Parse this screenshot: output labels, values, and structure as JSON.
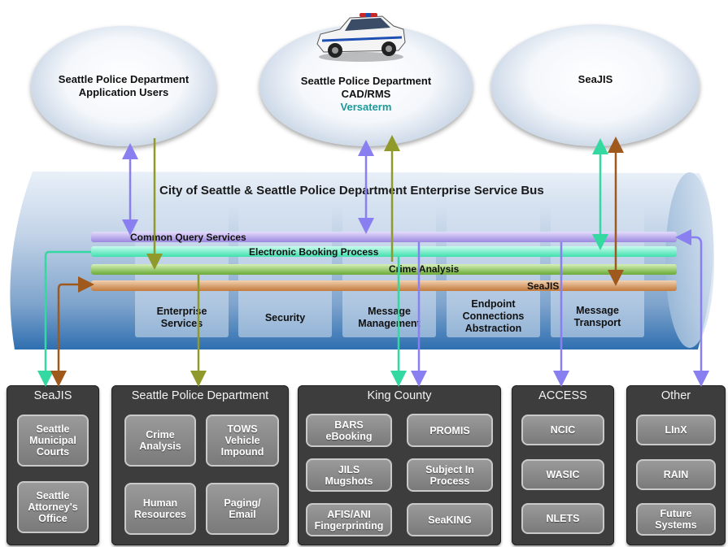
{
  "top_nodes": [
    {
      "lines": [
        "Seattle Police Department",
        "Application Users"
      ],
      "sub": ""
    },
    {
      "lines": [
        "Seattle Police Department",
        "CAD/RMS"
      ],
      "sub": "Versaterm"
    },
    {
      "lines": [
        "SeaJIS"
      ],
      "sub": ""
    }
  ],
  "bus": {
    "title": "City of Seattle & Seattle Police Department Enterprise Service Bus",
    "columns": [
      {
        "label": [
          "Enterprise",
          "Services"
        ]
      },
      {
        "label": [
          "Security"
        ]
      },
      {
        "label": [
          "Message",
          "Management"
        ]
      },
      {
        "label": [
          "Endpoint",
          "Connections",
          "Abstraction"
        ]
      },
      {
        "label": [
          "Message",
          "Transport"
        ]
      }
    ],
    "bands": [
      {
        "label": "Common Query Services",
        "color": "#b9a6e6"
      },
      {
        "label": "Electronic Booking Process",
        "color": "#6ee6c2"
      },
      {
        "label": "Crime Analysis",
        "color": "#7dbf4a"
      },
      {
        "label": "SeaJIS",
        "color": "#c98a52"
      }
    ]
  },
  "panels": [
    {
      "title": "SeaJIS",
      "items": [
        [
          "Seattle",
          "Municipal",
          "Courts"
        ],
        [
          "Seattle",
          "Attorney's",
          "Office"
        ]
      ]
    },
    {
      "title": "Seattle Police Department",
      "items": [
        [
          "Crime",
          "Analysis"
        ],
        [
          "TOWS",
          "Vehicle",
          "Impound"
        ],
        [
          "Human",
          "Resources"
        ],
        [
          "Paging/",
          "Email"
        ]
      ]
    },
    {
      "title": "King County",
      "items": [
        [
          "BARS",
          "eBooking"
        ],
        [
          "PROMIS"
        ],
        [
          "JILS",
          "Mugshots"
        ],
        [
          "Subject In",
          "Process"
        ],
        [
          "AFIS/ANI",
          "Fingerprinting"
        ],
        [
          "SeaKING"
        ]
      ]
    },
    {
      "title": "ACCESS",
      "items": [
        [
          "NCIC"
        ],
        [
          "WASIC"
        ],
        [
          "NLETS"
        ]
      ]
    },
    {
      "title": "Other",
      "items": [
        [
          "LInX"
        ],
        [
          "RAIN"
        ],
        [
          "Future",
          "Systems"
        ]
      ]
    }
  ],
  "colors": {
    "purple_arrow": "#8a7ff0",
    "olive_arrow": "#8f9a2a",
    "teal_arrow": "#33d9a0",
    "brown_arrow": "#a0591c",
    "bus_blue": "#2f6fb0",
    "versaterm": "#1a9a9a"
  }
}
